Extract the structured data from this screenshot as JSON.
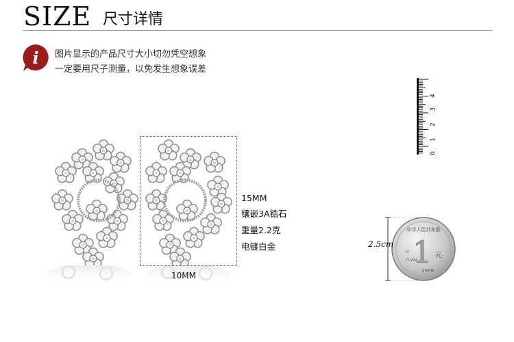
{
  "header": {
    "title_en": "SIZE",
    "title_cn": "尺寸详情"
  },
  "notice": {
    "icon_letter": "i",
    "line1": "图片显示的产品尺寸大小切勿凭空想象",
    "line2": "一定要用尺子测量，以免发生想象误差"
  },
  "dimensions": {
    "width": "10MM",
    "height": "15MM"
  },
  "specs": {
    "stone": "镶嵌3A锆石",
    "weight": "重量2.2克",
    "plating": "电镀白金"
  },
  "ruler": {
    "labels": [
      "4",
      "3",
      "2",
      "1",
      "0"
    ]
  },
  "coin": {
    "diameter": "2.5cm",
    "top_text": "中华人民共和国",
    "denomination": "1",
    "unit": "元",
    "pinyin_left": "YI",
    "pinyin_bottom": "YUAN",
    "year": "2009"
  },
  "colors": {
    "icon_red": "#9a1b1b",
    "coin_silver": "#c9c9c9"
  }
}
